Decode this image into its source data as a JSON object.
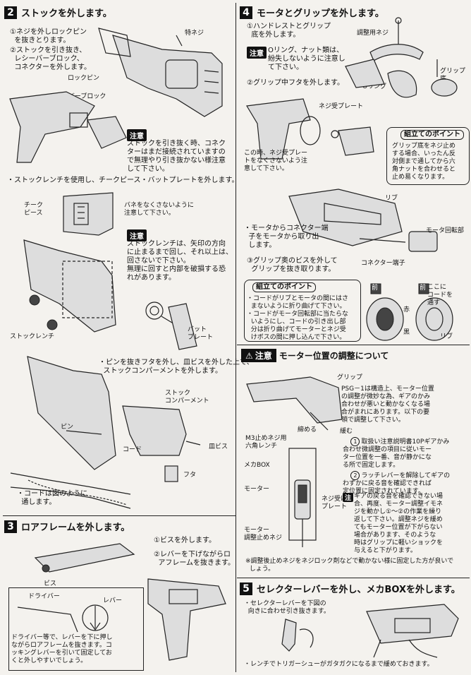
{
  "sec2": {
    "num": "2",
    "title": "ストックを外します。",
    "step1": "①ネジを外しロックピン\n  を抜きとります。",
    "step2": "②ストックを引き抜き、\n  レシーバーブロック、\n  コネクターを外します。",
    "label_screw": "特ネジ",
    "label_lockpin": "ロックピン",
    "label_receiver": "レシーバーブロック",
    "note_badge": "注意",
    "note_text": "ストックを引き抜く時、コネク\nターはまだ接続されていますの\nで無理やり引き抜かない様注意\nして下さい。",
    "wrench_text": "・ストックレンチを使用し、チークピース・バットプレートを外します。",
    "label_cheek": "チーク\nピース",
    "spring_text": "バネをなくさないように\n注意して下さい。",
    "note2_badge": "注意",
    "note2_text": "ストックレンチは、矢印の方向\nに止まるまで回し、それ以上は、\n回さないで下さい。\n無理に回すと内部を破損する恐\nれがあります。",
    "label_wrench": "ストックレンチ",
    "label_butt": "バット\nプレート",
    "pin_text": "・ピンを抜きフタを外し、皿ビスを外した上で、\n  ストックコンパーメントを外します。",
    "label_compartment": "ストック\nコンパーメント",
    "label_pin": "ピン",
    "label_cord": "コード",
    "label_flatscrew": "皿ビス",
    "label_lid": "フタ",
    "cord_text": "・コードは図のように\n  通します。"
  },
  "sec3": {
    "num": "3",
    "title": "ロアフレームを外します。",
    "step1": "①ビスを外します。",
    "step2": "②レバーを下げながらロ\n  アフレームを抜きます。",
    "label_screw": "ビス",
    "label_driver": "ドライバー",
    "label_lever": "レバー",
    "tip_text": "ドライバー等で、レバーを下に押し\nながらロアフレームを抜きます。コ\nッキングレバーを引いて固定してお\nくと外しやすいでしょう。"
  },
  "sec4": {
    "num": "4",
    "title": "モータとグリップを外します。",
    "step1": "①ハンドレストとグリップ\n  底を外します。",
    "label_adjust": "調整用ネジ",
    "note_badge": "注意",
    "note_text": "Oリング、ナット類は、\n紛失しないように注意し\nて下さい。",
    "label_oring": "Oリング",
    "label_gripbottom": "グリップ\n底",
    "step2": "②グリップ中フタを外します。",
    "label_screwplate": "ネジ受プレート",
    "plate_note": "この時、ネジ受プレー\nトをなくさないよう注\n意して下さい。",
    "assembly_title": "組立てのポイント",
    "assembly_text": "グリップ底をネジ止め\nする場合、いったん反\n対側まで通してから六\n角ナットを合わせると\n止め易くなります。",
    "label_rib": "リブ",
    "connector_text": "・モータからコネクター端\n  子をモータから取り出\n  します。",
    "label_motorrot": "モータ回転部",
    "label_terminal": "コネクター端子",
    "step3": "③グリップ奥のビスを外して\n  グリップを抜き取ります。",
    "assembly2_title": "組立てのポイント",
    "assembly2_text": "・コードがリブとモータの間にはさ\n  まないように折り曲げて下さい。\n・コードがモータ回転部に当たらな\n  いようにし、コードの引き出し部\n  分は折り曲げてモーターとネジ受\n  けボスの間に押し込んで下さい。",
    "label_front": "前",
    "label_red": "赤",
    "label_black": "黒",
    "label_rib2": "リブ",
    "label_here": "ここに\nコードを\n通す"
  },
  "caution": {
    "tag": "注意",
    "title": "モーター位置の調整について",
    "label_grip": "グリップ",
    "label_tighten": "締める",
    "label_loosen": "緩む",
    "label_m3": "M3止めネジ用\n六角レンチ",
    "label_mecha": "メカBOX",
    "label_motor": "モーター",
    "label_plate": "ネジ受け\nプレート",
    "label_adjscrew": "モーター\n調整止めネジ",
    "intro": "PSG－1は構造上、モーター位置\nの調整が微妙な為、ギアのかみ\n合わせが悪いと動かなくなる場\n合がまれにあります。以下の要\n領で調整して下さい。",
    "item1": "取扱い注意説明書10Pギアかみ\n合わせ微調整の項目に従いモー\nター位置を一番、音が静かにな\nる所で固定します。",
    "item2": "ラッチレバーを解除してギアの\nわずかに戻る音を確認できれば\n定位置に固定されています。",
    "note_badge": "注",
    "note_text": "ギアの戻る音を確認できない場\n合、再度、モーター調整イモネ\nジを動かし①～②の作業を繰り\n返して下さい。調整ネジを緩め\nてもモーター位置が下がらない\n場合があります、そのような\n時はグリップに軽いショックを\n与えると下がります。",
    "footnote": "※調整後止めネジをネジロック剤などで動かない様に固定した方が良いで\n  しょう。"
  },
  "sec5": {
    "num": "5",
    "title": "セレクターレバーを外し、メカBOXを外します。",
    "step1": "・セレクターレバーを下図の\n  向きに合わせ引き抜きます。",
    "wrench_note": "・レンチでトリガーシューがガタガクになるまで緩めておきます。"
  }
}
